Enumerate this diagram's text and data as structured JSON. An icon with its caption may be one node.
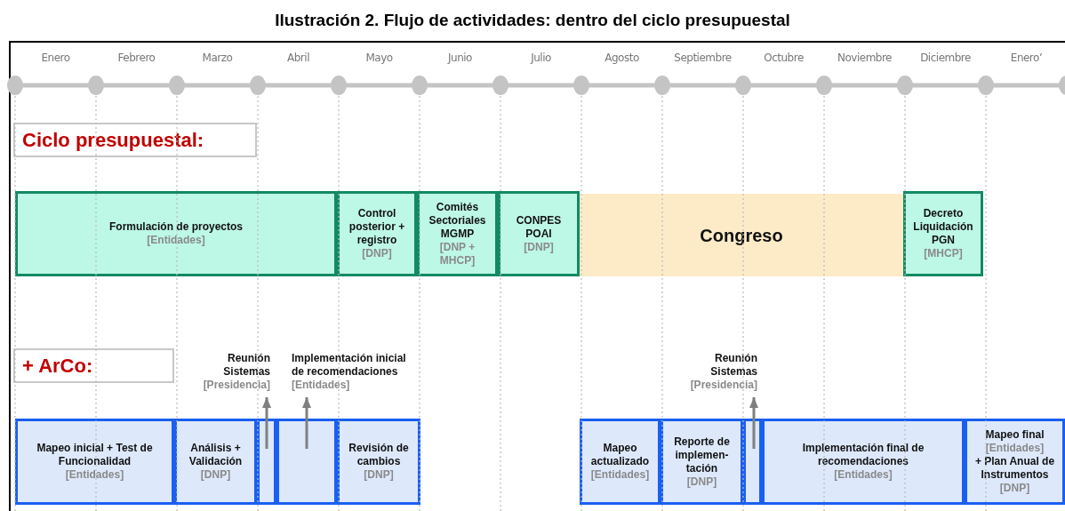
{
  "diagram": {
    "title": "Ilustración 2. Flujo de actividades: dentro del ciclo presupuestal",
    "nodes": [
      {
        "text": [
          "Ciclo presupuestal:"
        ]
      },
      {
        "text": [
          "Formulación de proyectos",
          "[Entidades]"
        ]
      },
      {
        "text": [
          "Control posterior + registro",
          "[DNP]"
        ]
      },
      {
        "text": [
          "Comités Sectoriales MGMP",
          "[DNP + MHCP]"
        ]
      },
      {
        "text": [
          "CONPES POAI",
          "[DNP]"
        ]
      },
      {
        "text": [
          "Congreso"
        ]
      },
      {
        "text": [
          "Decreto Liquidación PGN",
          "[MHCP]"
        ]
      },
      {
        "text": [
          "+ ArCo:"
        ]
      },
      {
        "text": [
          "Reunión Sistemas",
          "[Presidencia]"
        ]
      },
      {
        "text": [
          "Implementación inicial de recomendaciones",
          "[Entidades]"
        ]
      },
      {
        "text": [
          "Mapeo inicial + Test de Funcionalidad",
          "[Entidades]"
        ]
      },
      {
        "text": [
          "Análisis + Validación",
          "[DNP]"
        ]
      },
      {
        "text": [],
        "shape": "box"
      },
      {
        "text": [],
        "shape": "box"
      },
      {
        "text": [
          "Revisión de cambios",
          "[DNP]"
        ]
      },
      {
        "text": [
          "Reunión Sistemas",
          "[Presidencia]"
        ]
      },
      {
        "text": [
          "Mapeo actualizado",
          "[Entidades]"
        ]
      },
      {
        "text": [
          "Reporte de implemen-tación",
          "[DNP]"
        ]
      },
      {
        "text": [],
        "shape": "box"
      },
      {
        "text": [
          "Implementación final de recomendaciones",
          "[Entidades]"
        ]
      },
      {
        "text": [
          "Mapeo final",
          "[Entidades]",
          "+ Plan Anual de Instrumentos",
          "[DNP]"
        ]
      }
    ],
    "edges": [
      {
        "from": 12,
        "to": 8,
        "arrow": "to"
      },
      {
        "from": 13,
        "to": 9,
        "arrow": "to"
      },
      {
        "from": 18,
        "to": 15,
        "arrow": "to"
      }
    ],
    "labels": [
      "Enero",
      "Febrero",
      "Marzo",
      "Abril",
      "Mayo",
      "Junio",
      "Julio",
      "Agosto",
      "Septiembre",
      "Octubre",
      "Noviembre",
      "Diciembre",
      "Enero’"
    ]
  }
}
